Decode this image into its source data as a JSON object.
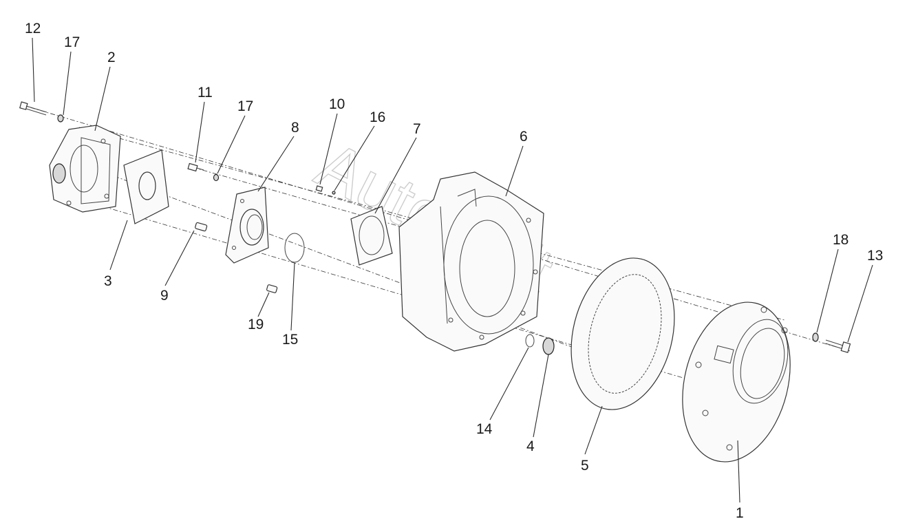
{
  "watermark": "AutoSoft",
  "callouts": [
    {
      "id": "c12",
      "label": "12"
    },
    {
      "id": "c17a",
      "label": "17"
    },
    {
      "id": "c2",
      "label": "2"
    },
    {
      "id": "c11",
      "label": "11"
    },
    {
      "id": "c17b",
      "label": "17"
    },
    {
      "id": "c8",
      "label": "8"
    },
    {
      "id": "c10",
      "label": "10"
    },
    {
      "id": "c16",
      "label": "16"
    },
    {
      "id": "c7",
      "label": "7"
    },
    {
      "id": "c6",
      "label": "6"
    },
    {
      "id": "c3",
      "label": "3"
    },
    {
      "id": "c9",
      "label": "9"
    },
    {
      "id": "c19",
      "label": "19"
    },
    {
      "id": "c15",
      "label": "15"
    },
    {
      "id": "c18",
      "label": "18"
    },
    {
      "id": "c13",
      "label": "13"
    },
    {
      "id": "c14",
      "label": "14"
    },
    {
      "id": "c4",
      "label": "4"
    },
    {
      "id": "c5",
      "label": "5"
    },
    {
      "id": "c1",
      "label": "1"
    }
  ]
}
